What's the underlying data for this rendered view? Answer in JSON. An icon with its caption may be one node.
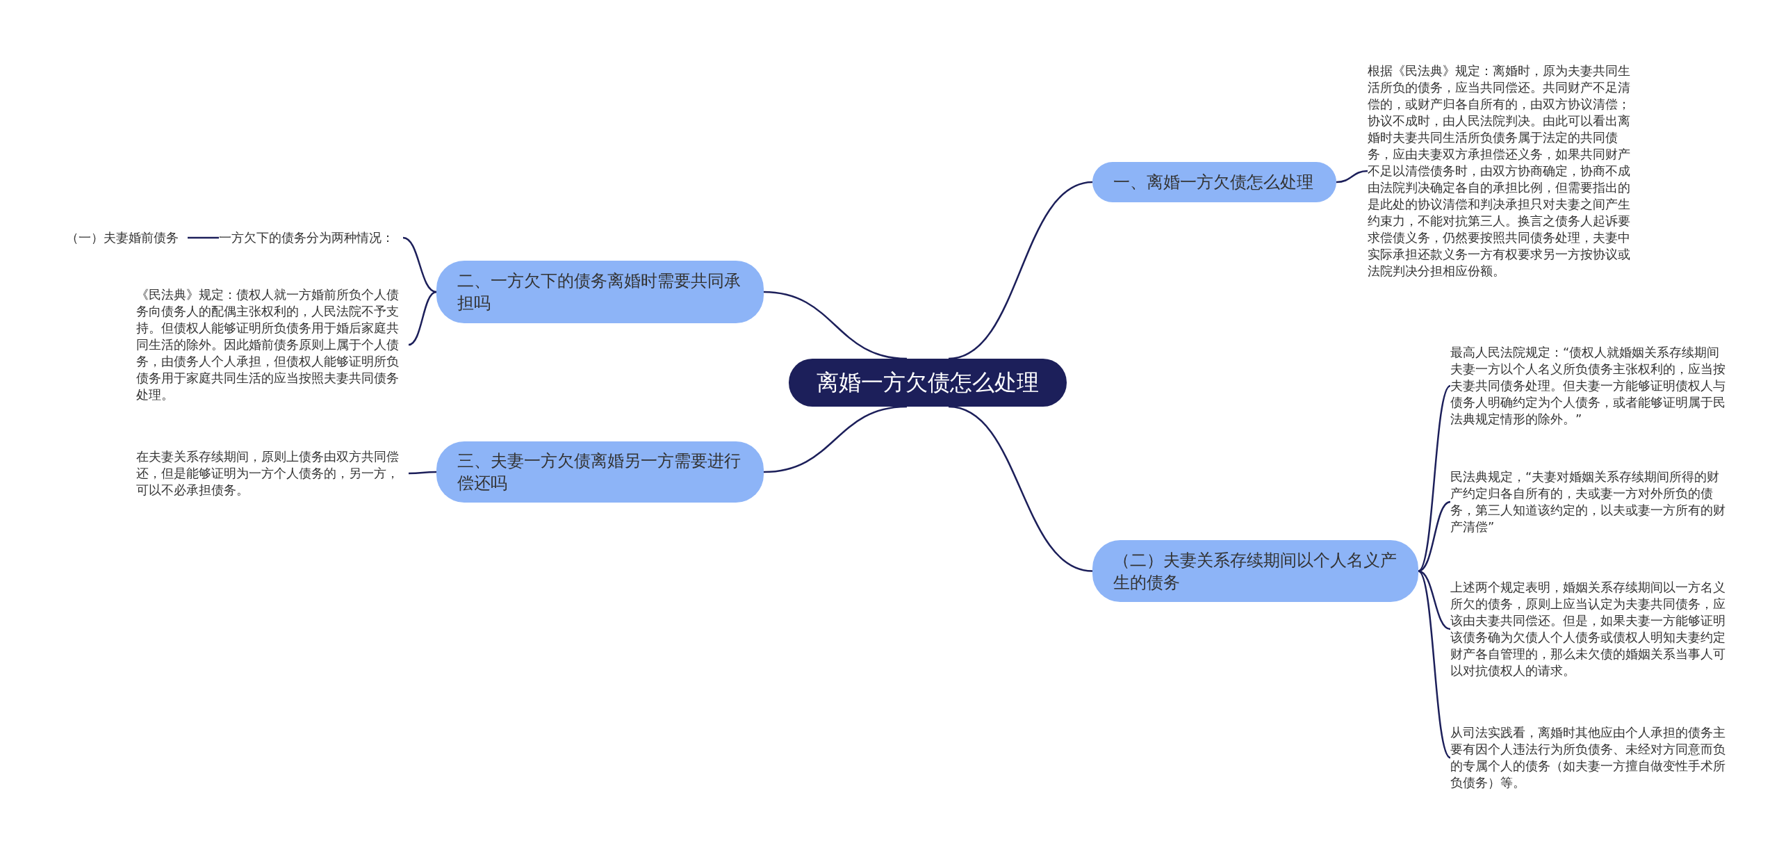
{
  "diagram": {
    "nodes": [
      {
        "text": [
          "离婚一方欠债怎么处理"
        ]
      },
      {
        "text": [
          "一、离婚一方欠债怎么处理"
        ]
      },
      {
        "text": [
          "根据《民法典》规定：离婚时，原为夫妻共同生活所负的债务，应当共同偿还。共同财产不足清偿的，或财产归各自所有的，由双方协议清偿；协议不成时，由人民法院判决。由此可以看出离婚时夫妻共同生活所负债务属于法定的共同债务，应由夫妻双方承担偿还义务，如果共同财产不足以清偿债务时，由双方协商确定，协商不成由法院判决确定各自的承担比例，但需要指出的是此处的协议清偿和判决承担只对夫妻之间产生约束力，不能对抗第三人。换言之债务人起诉要求偿债义务，仍然要按照共同债务处理，夫妻中实际承担还款义务一方有权要求另一方按协议或法院判决分担相应份额。"
        ]
      },
      {
        "text": [
          "（二）夫妻关系存续期间以个人名义产生的债务"
        ]
      },
      {
        "text": [
          "最高人民法院规定：“债权人就婚姻关系存续期间夫妻一方以个人名义所负债务主张权利的，应当按夫妻共同债务处理。但夫妻一方能够证明债权人与债务人明确约定为个人债务，或者能够证明属于民法典规定情形的除外。”"
        ]
      },
      {
        "text": [
          "民法典规定，“夫妻对婚姻关系存续期间所得的财产约定归各自所有的，夫或妻一方对外所负的债务，第三人知道该约定的，以夫或妻一方所有的财产清偿”"
        ]
      },
      {
        "text": [
          "上述两个规定表明，婚姻关系存续期间以一方名义所欠的债务，原则上应当认定为夫妻共同债务，应该由夫妻共同偿还。但是，如果夫妻一方能够证明该债务确为欠债人个人债务或债权人明知夫妻约定财产各自管理的，那么未欠债的婚姻关系当事人可以对抗债权人的请求。"
        ]
      },
      {
        "text": [
          "从司法实践看，离婚时其他应由个人承担的债务主要有因个人违法行为所负债务、未经对方同意而负的专属个人的债务（如夫妻一方擅自做变性手术所负债务）等。"
        ]
      },
      {
        "text": [
          "二、一方欠下的债务离婚时需要共同承担吗"
        ]
      },
      {
        "text": [
          "一方欠下的债务分为两种情况："
        ]
      },
      {
        "text": [
          "（一）夫妻婚前债务"
        ]
      },
      {
        "text": [
          "《民法典》规定：债权人就一方婚前所负个人债务向债务人的配偶主张权利的，人民法院不予支持。但债权人能够证明所负债务用于婚后家庭共同生活的除外。因此婚前债务原则上属于个人债务，由债务人个人承担，但债权人能够证明所负债务用于家庭共同生活的应当按照夫妻共同债务处理。"
        ]
      },
      {
        "text": [
          "三、夫妻一方欠债离婚另一方需要进行偿还吗"
        ]
      },
      {
        "text": [
          "在夫妻关系存续期间，原则上债务由双方共同偿还，但是能够证明为一方个人债务的，另一方，可以不必承担债务。"
        ]
      }
    ],
    "edges": [
      {
        "from": 0,
        "to": 1,
        "arrow": "none"
      },
      {
        "from": 1,
        "to": 2,
        "arrow": "none"
      },
      {
        "from": 0,
        "to": 3,
        "arrow": "none"
      },
      {
        "from": 3,
        "to": 4,
        "arrow": "none"
      },
      {
        "from": 3,
        "to": 5,
        "arrow": "none"
      },
      {
        "from": 3,
        "to": 6,
        "arrow": "none"
      },
      {
        "from": 3,
        "to": 7,
        "arrow": "none"
      },
      {
        "from": 0,
        "to": 8,
        "arrow": "none"
      },
      {
        "from": 8,
        "to": 9,
        "arrow": "none"
      },
      {
        "from": 8,
        "to": 11,
        "arrow": "none"
      },
      {
        "from": 9,
        "to": 10,
        "arrow": "none"
      },
      {
        "from": 0,
        "to": 12,
        "arrow": "none"
      },
      {
        "from": 12,
        "to": 13,
        "arrow": "none"
      }
    ]
  }
}
